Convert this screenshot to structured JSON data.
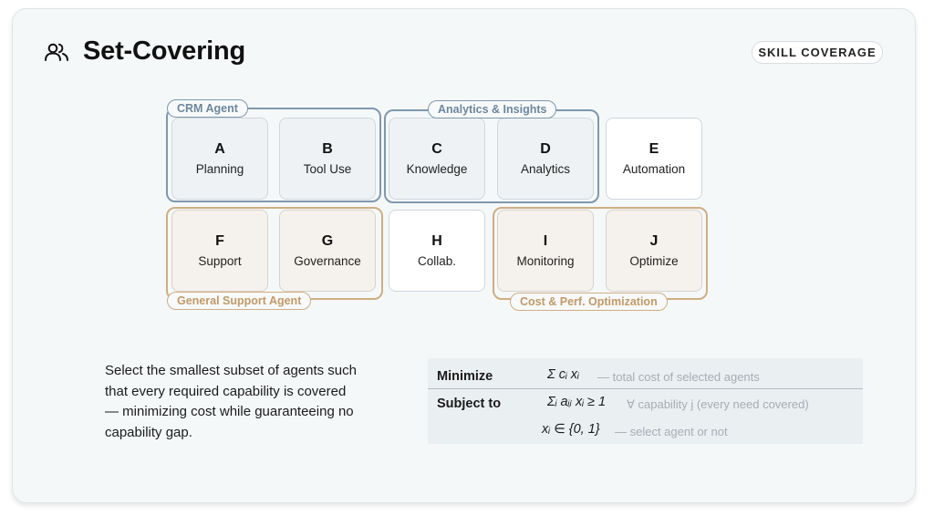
{
  "header": {
    "title": "Set-Covering",
    "badge": "SKILL COVERAGE",
    "icon": "users-icon"
  },
  "groups": {
    "crm": "CRM Agent",
    "analytics": "Analytics & Insights",
    "support": "General Support Agent",
    "cost": "Cost & Perf. Optimization"
  },
  "capabilities": [
    {
      "letter": "A",
      "name": "Planning"
    },
    {
      "letter": "B",
      "name": "Tool Use"
    },
    {
      "letter": "C",
      "name": "Knowledge"
    },
    {
      "letter": "D",
      "name": "Analytics"
    },
    {
      "letter": "E",
      "name": "Automation"
    },
    {
      "letter": "F",
      "name": "Support"
    },
    {
      "letter": "G",
      "name": "Governance"
    },
    {
      "letter": "H",
      "name": "Collab."
    },
    {
      "letter": "I",
      "name": "Monitoring"
    },
    {
      "letter": "J",
      "name": "Optimize"
    }
  ],
  "description": "Select the smallest subset of agents such that every required capability is covered — minimizing cost while guaranteeing no capability gap.",
  "formulation": {
    "objective_label": "Minimize",
    "objective_math": "Σ cᵢ xᵢ",
    "objective_note": "— total cost of selected agents",
    "constraint_label": "Subject to",
    "constraint_math": "Σᵢ aᵢⱼ xᵢ ≥ 1",
    "constraint_note": "∀ capability j  (every need covered)",
    "domain_math": "xᵢ ∈ {0, 1}",
    "domain_note": "— select agent or not"
  },
  "colors": {
    "group_blue": "#7f98ad",
    "group_tan": "#cfae82",
    "card_bg": "#f5f8f9"
  }
}
